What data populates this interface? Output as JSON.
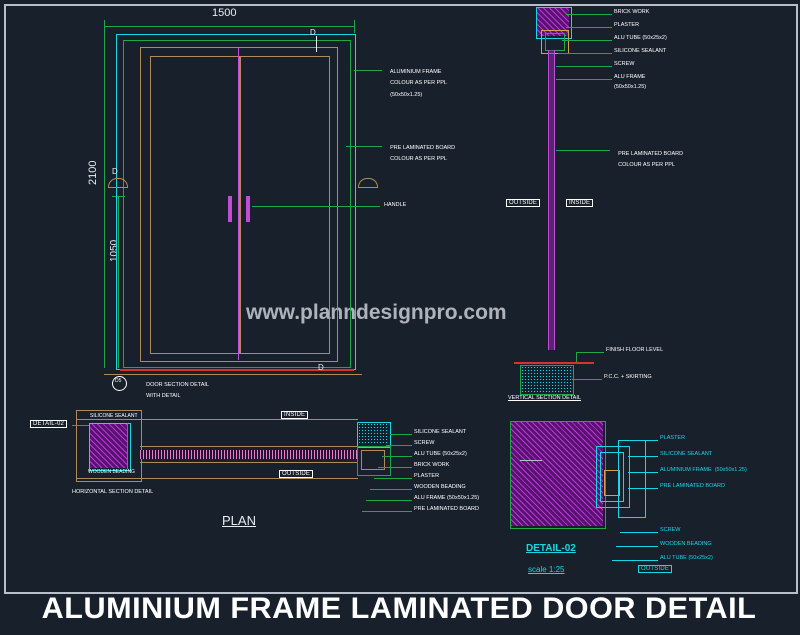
{
  "drawing": {
    "title": "ALUMINIUM FRAME LAMINATED DOOR DETAIL",
    "watermark": "www.planndesignpro.com",
    "plan_label": "PLAN",
    "detail_label": "DETAIL-02",
    "scale_label": "scale 1:25",
    "horizontal_section_label": "HORIZONTAL SECTION DETAIL",
    "vertical_section_label": "VERTICAL SECTION DETAIL",
    "detail_tag_left": "DETAIL-02",
    "door_section_tag": "DOOR SECTION DETAIL",
    "door_section_tag_sub": "WITH DETAIL"
  },
  "colors": {
    "background": "#18202c",
    "green": "#1ea84a",
    "cyan": "#19d7e6",
    "magenta": "#c44bd8",
    "white": "#ffffff",
    "red": "#d6332a",
    "tan": "#b08a58",
    "blue": "#3a6fd8",
    "pink": "#e57fd0"
  },
  "dimensions": {
    "width": "1500",
    "height": "2100",
    "handle_height": "1050"
  },
  "elevation_notes": [
    {
      "text": "ALUMINIUM FRAME"
    },
    {
      "text": "COLOUR AS PER PPL"
    },
    {
      "text": "(50x50x1.25)"
    },
    {
      "text": "PRE LAMINATED BOARD"
    },
    {
      "text": "COLOUR AS PER PPL"
    },
    {
      "text": "HANDLE"
    }
  ],
  "elevation_note_blocks": {
    "frame": {
      "l1": "ALUMINIUM FRAME",
      "l2": "COLOUR AS PER PPL",
      "l3": "(50x50x1.25)"
    },
    "board": {
      "l1": "PRE LAMINATED BOARD",
      "l2": "COLOUR AS PER PPL"
    },
    "handle": {
      "l1": "HANDLE"
    }
  },
  "vertical_section_notes": [
    {
      "text": "BRICK WORK"
    },
    {
      "text": "PLASTER"
    },
    {
      "text": "ALU TUBE (50x25x2)"
    },
    {
      "text": "SILICONE SEALANT"
    },
    {
      "text": "SCREW"
    },
    {
      "text": "ALU FRAME"
    },
    {
      "text": "(50x50x1.25)"
    }
  ],
  "vertical_section_board_note": {
    "l1": "PRE LAMINATED BOARD",
    "l2": "COLOUR AS PER PPL"
  },
  "floor_notes": [
    {
      "text": "FINISH FLOOR LEVEL"
    },
    {
      "text": "P.C.C. + SKIRTING"
    }
  ],
  "plan_notes": [
    {
      "text": "SILICONE SEALANT"
    },
    {
      "text": "SCREW"
    },
    {
      "text": "ALU TUBE (50x25x2)"
    },
    {
      "text": "BRICK WORK"
    },
    {
      "text": "PLASTER"
    },
    {
      "text": "WOODEN BEADING"
    },
    {
      "text": "ALU FRAME (50x50x1.25)"
    },
    {
      "text": "PRE LAMINATED BOARD"
    }
  ],
  "horizontal_detail_notes": {
    "top": "SILICONE SEALANT",
    "bottom": "WOODEN BEADING"
  },
  "detail02_notes_top": [
    {
      "text": "PLASTER"
    },
    {
      "text": "SILICONE SEALANT"
    },
    {
      "text": "ALUMINIUM FRAME  (50x50x1.25)"
    },
    {
      "text": "PRE LAMINATED BOARD"
    }
  ],
  "detail02_notes_bottom": [
    {
      "text": "SCREW"
    },
    {
      "text": "WOODEN BEADING"
    },
    {
      "text": "ALU TUBE (50x25x2)"
    }
  ],
  "orientation_labels": {
    "outside": "OUTSIDE",
    "inside": "INSIDE"
  }
}
